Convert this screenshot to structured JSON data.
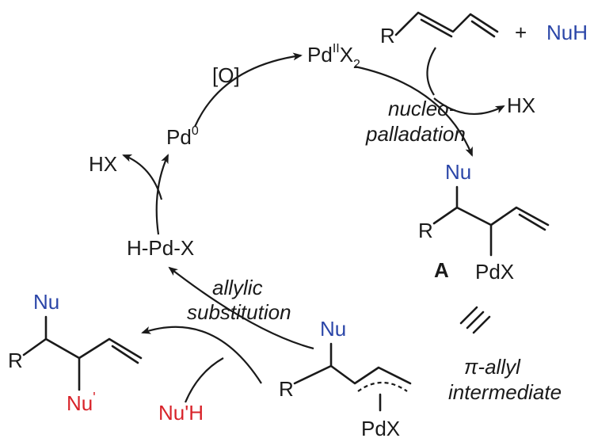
{
  "labels": {
    "r_top": "R",
    "plus": "+",
    "nuh": "NuH",
    "pd_ii": "Pd",
    "pd_ii_sup": "II",
    "pd_ii_x": "X",
    "pd_ii_sub": "2",
    "oxidant": "[O]",
    "pd0": "Pd",
    "pd0_sup": "0",
    "hx_left": "HX",
    "hx_right": "HX",
    "nucleo_line1": "nucleo-",
    "nucleo_line2": "palladation",
    "hpdx": "H-Pd-X",
    "nu_a": "Nu",
    "r_a": "R",
    "compound_a": "A",
    "pdx_a": "PdX",
    "allylic_line1": "allylic",
    "allylic_line2": "substitution",
    "equiv": "≡",
    "nu_prod": "Nu",
    "r_prod": "R",
    "nu_prime_prod": "Nu",
    "nu_prime_prod_sup": "'",
    "nu_prime_h": "Nu'H",
    "nu_pi": "Nu",
    "r_pi": "R",
    "pdx_pi": "PdX",
    "pi_line1": "π-allyl",
    "pi_line2": "intermediate"
  },
  "colors": {
    "black": "#1a1a1a",
    "nucleophile_blue": "#2b46a8",
    "second_nucleophile_red": "#d8232a"
  }
}
